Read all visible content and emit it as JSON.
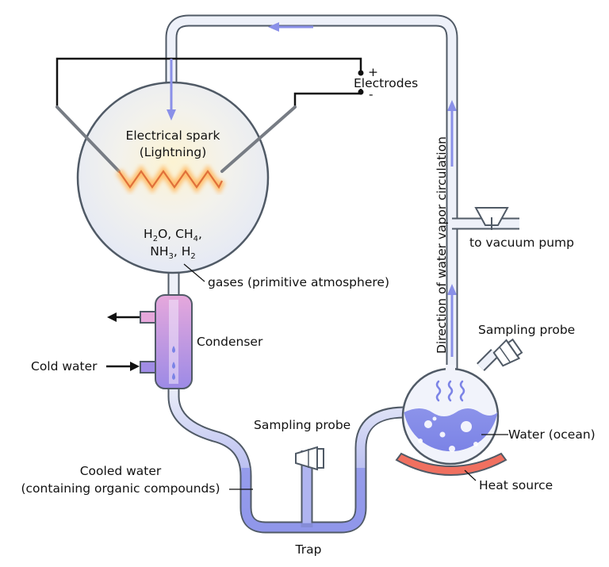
{
  "labels": {
    "electrodes": "Electrodes",
    "plus": "+",
    "minus": "-",
    "spark_line1": "Electrical spark",
    "spark_line2": "(Lightning)",
    "gases": "gases (primitive atmosphere)",
    "condenser": "Condenser",
    "cold_water": "Cold water",
    "sampling_probe_bottom": "Sampling probe",
    "sampling_probe_right": "Sampling probe",
    "cooled_water_line1": "Cooled water",
    "cooled_water_line2": "(containing organic compounds)",
    "trap": "Trap",
    "vacuum_pump": "to vacuum pump",
    "circulation": "Direction of water vapor circulation",
    "water_ocean": "Water (ocean)",
    "heat_source": "Heat source"
  },
  "formula": {
    "h": "H",
    "sub2a": "2",
    "o": "O, CH",
    "sub4": "4",
    "comma1": ",",
    "nh": "NH",
    "sub3": "3",
    "comma_h": ", H",
    "sub2b": "2"
  },
  "colors": {
    "tube_outline": "#505a66",
    "tube_fill": "#eef1f9",
    "arrow_blue": "#8a90e8",
    "water_blue": "#7b83e6",
    "condenser_top": "#e6a8dc",
    "condenser_bottom": "#9c8ae6",
    "heat_red": "#f07060",
    "spark_orange": "#f0a640"
  }
}
